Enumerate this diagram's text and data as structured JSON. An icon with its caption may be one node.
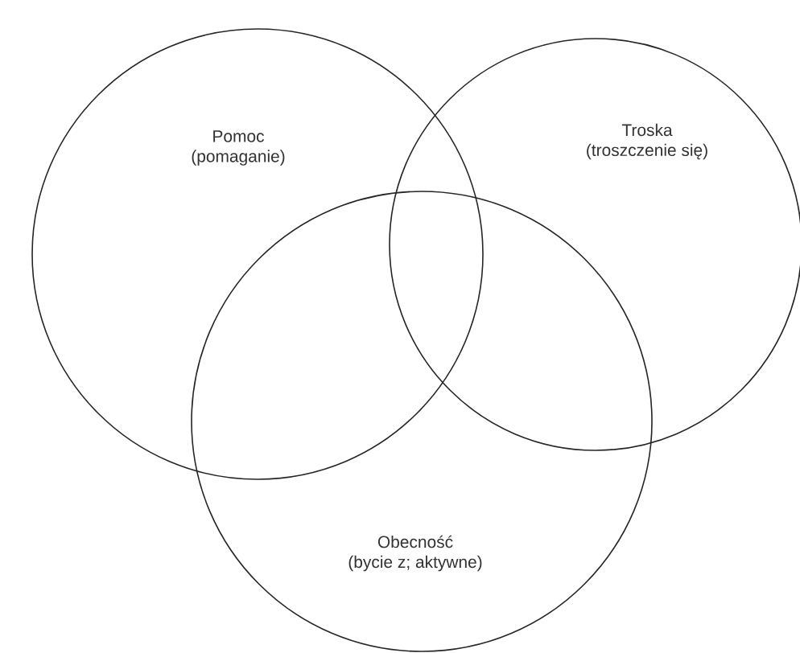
{
  "diagram": {
    "nodes": [
      {
        "text": [
          "Pomoc",
          "(pomaganie)"
        ]
      },
      {
        "text": [
          "Troska",
          "(troszczenie się)"
        ]
      },
      {
        "text": [
          "Obecność",
          "(bycie z; aktywne)"
        ]
      }
    ]
  }
}
